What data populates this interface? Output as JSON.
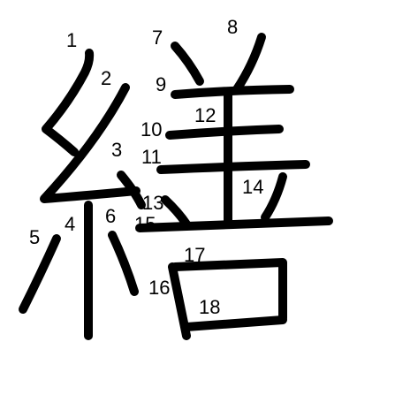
{
  "character": "繕",
  "stroke_color": "#000000",
  "background_color": "#ffffff",
  "stroke_numbers": [
    "1",
    "2",
    "3",
    "4",
    "5",
    "6",
    "7",
    "8",
    "9",
    "10",
    "11",
    "12",
    "13",
    "14",
    "15",
    "16",
    "17",
    "18"
  ]
}
